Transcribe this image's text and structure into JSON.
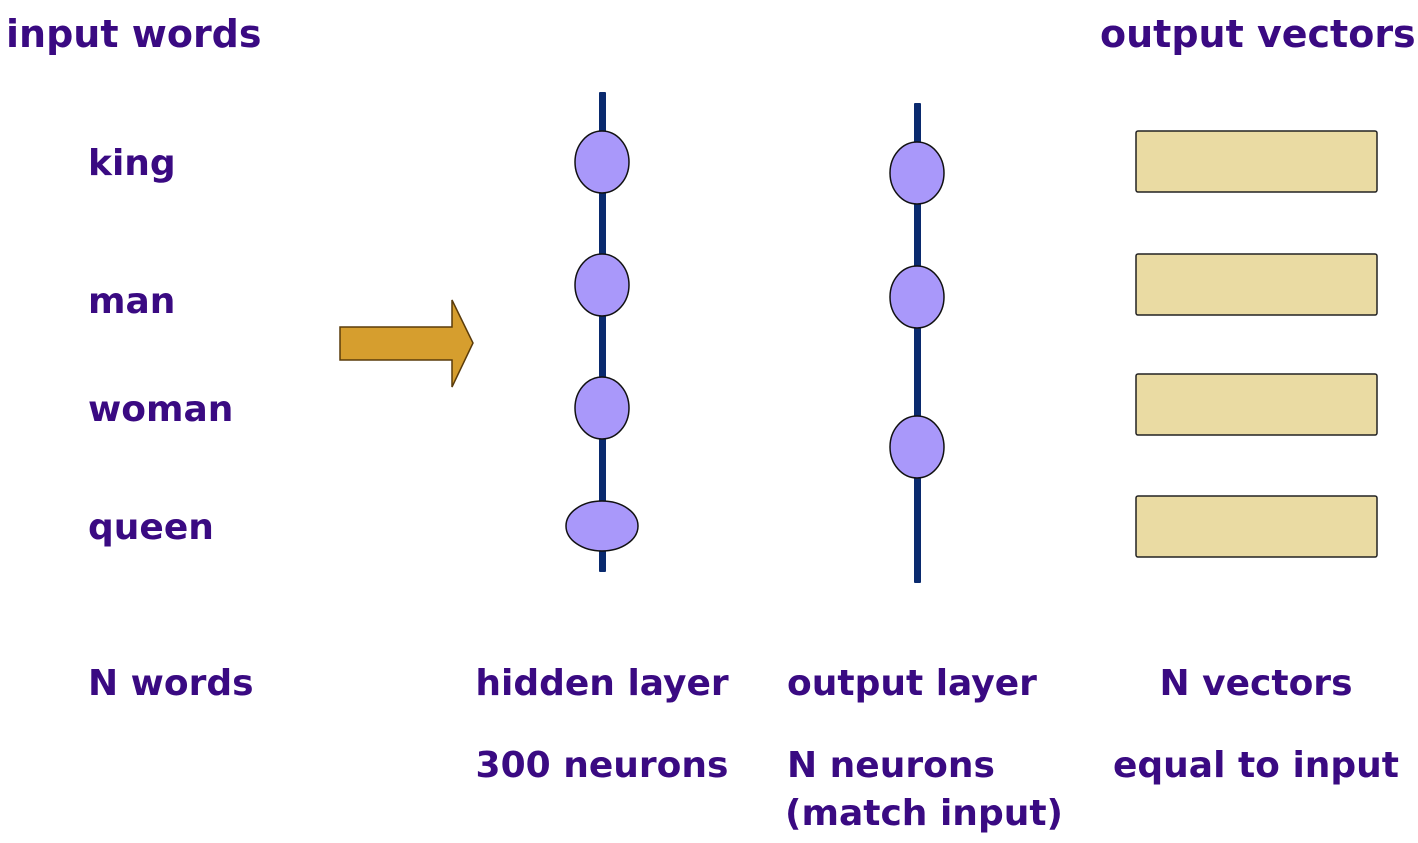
{
  "header": {
    "input_title": "input words",
    "output_title": "output vectors"
  },
  "input_words": [
    "king",
    "man",
    "woman",
    "queen"
  ],
  "labels": {
    "input_count": "N words",
    "hidden_name": "hidden layer",
    "hidden_size": "300 neurons",
    "output_name": "output layer",
    "output_size": "N neurons",
    "output_note": "(match input)",
    "vectors_name": "N vectors",
    "vectors_note": "equal to input"
  },
  "colors": {
    "text": "#3a0a82",
    "neuron_fill": "#a998fa",
    "axis_line": "#0a2a6e",
    "arrow_fill": "#d69e2e",
    "vector_fill": "#eadba3"
  }
}
